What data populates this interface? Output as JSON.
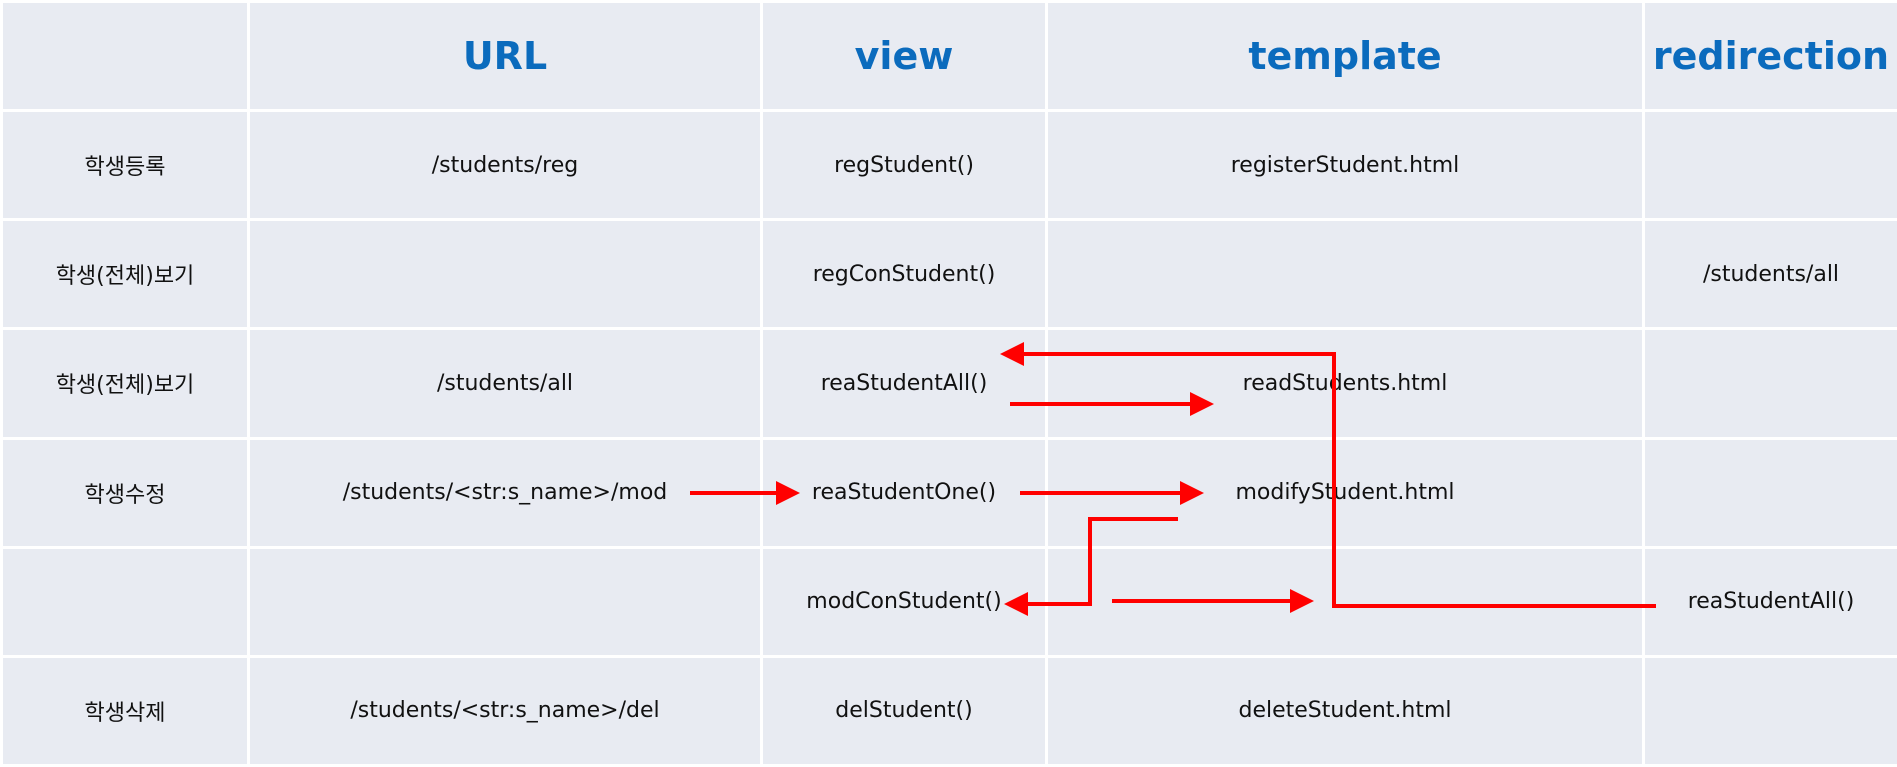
{
  "headers": [
    "",
    "URL",
    "view",
    "template",
    "redirection"
  ],
  "rows": [
    {
      "label": "학생등록",
      "url": "/students/reg",
      "view": "regStudent()",
      "template": "registerStudent.html",
      "redirection": ""
    },
    {
      "label": "학생(전체)보기",
      "url": "",
      "view": "regConStudent()",
      "template": "",
      "redirection": "/students/all"
    },
    {
      "label": "학생(전체)보기",
      "url": "/students/all",
      "view": "reaStudentAll()",
      "template": "readStudents.html",
      "redirection": ""
    },
    {
      "label": "학생수정",
      "url": "/students/<str:s_name>/mod",
      "view": "reaStudentOne()",
      "template": "modifyStudent.html",
      "redirection": ""
    },
    {
      "label": "",
      "url": "",
      "view": "modConStudent()",
      "template": "",
      "redirection": "reaStudentAll()"
    },
    {
      "label": "학생삭제",
      "url": "/students/<str:s_name>/del",
      "view": "delStudent()",
      "template": "deleteStudent.html",
      "redirection": ""
    }
  ],
  "colors": {
    "header_text": "#0b6bbd",
    "cell_bg": "#e8ebf2",
    "grid_line": "#ffffff",
    "arrow": "#ff0000"
  }
}
